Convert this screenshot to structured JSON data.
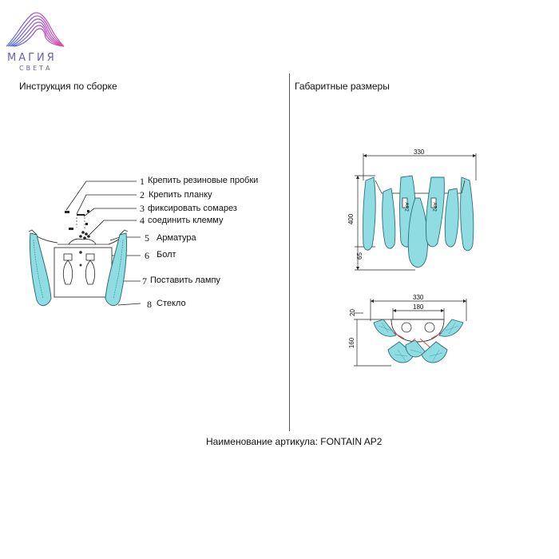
{
  "logo": {
    "brand": "МАГИЯ",
    "tagline": "СВЕТА"
  },
  "left_title": "Инструкция по сборке",
  "right_title": "Габаритные размеры",
  "steps": [
    {
      "num": "1",
      "label": "Крепить резиновые пробки"
    },
    {
      "num": "2",
      "label": "Крепить планку"
    },
    {
      "num": "3",
      "label": "фиксировать сомарез"
    },
    {
      "num": "4",
      "label": "соединить клемму"
    },
    {
      "num": "5",
      "label": "Арматура"
    },
    {
      "num": "6",
      "label": "Болт"
    },
    {
      "num": "7",
      "label": "Поставить лампу"
    },
    {
      "num": "8",
      "label": "Стекло"
    }
  ],
  "front_view": {
    "width_label": "330",
    "height_label": "400",
    "bottom_label": "65",
    "glass_marks": [
      "AP2",
      "AP2"
    ]
  },
  "top_view": {
    "width_label": "330",
    "inner_width_label": "180",
    "top_offset_label": "20",
    "depth_label": "160"
  },
  "footer": "Наименование артикула: FONTAIN AP2",
  "colors": {
    "glass": "#8fdde3",
    "glass_dark": "#3f9ea8",
    "logo": "#6a5fb0",
    "accent_red": "#d9534f"
  }
}
